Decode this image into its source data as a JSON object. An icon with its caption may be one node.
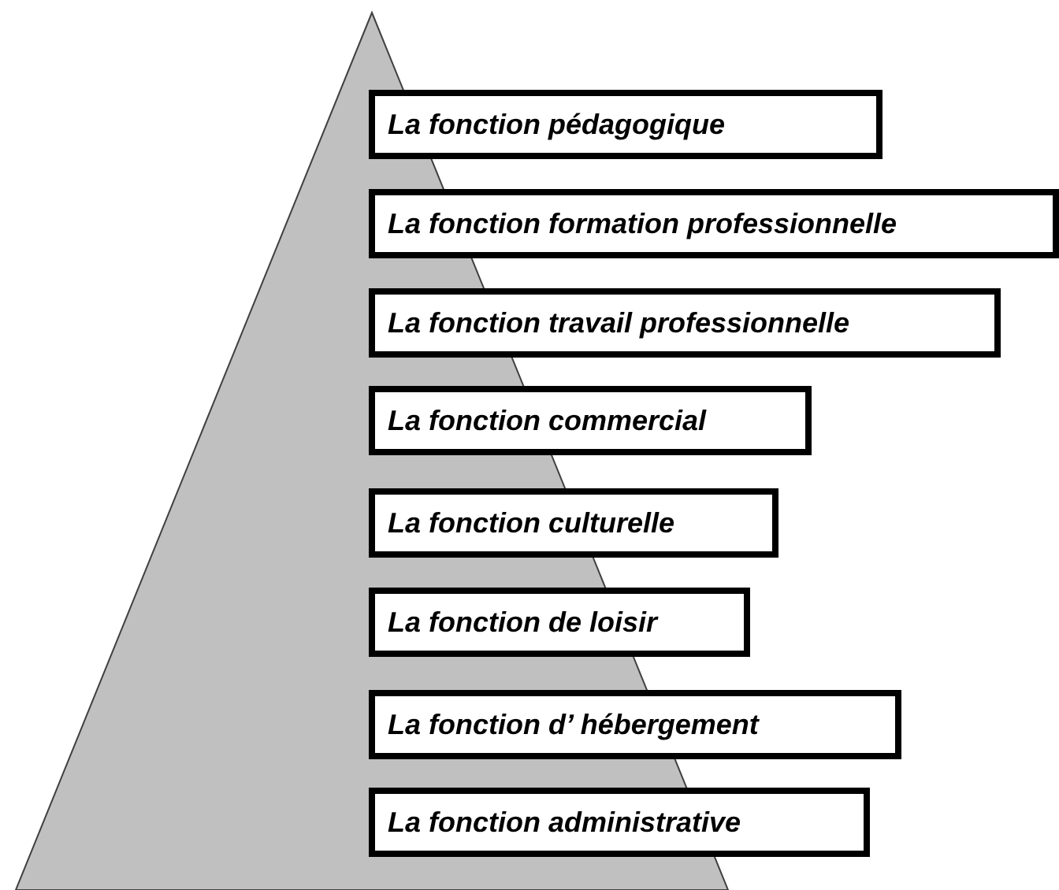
{
  "diagram": {
    "nodes": [
      {
        "text": [
          "La fonction pédagogique"
        ]
      },
      {
        "text": [
          "La fonction formation professionnelle"
        ]
      },
      {
        "text": [
          "La fonction travail professionnelle"
        ]
      },
      {
        "text": [
          "La fonction commercial"
        ]
      },
      {
        "text": [
          "La fonction culturelle"
        ]
      },
      {
        "text": [
          "La fonction de loisir"
        ]
      },
      {
        "text": [
          "La fonction d’ hébergement"
        ]
      },
      {
        "text": [
          "La fonction administrative"
        ]
      }
    ]
  }
}
